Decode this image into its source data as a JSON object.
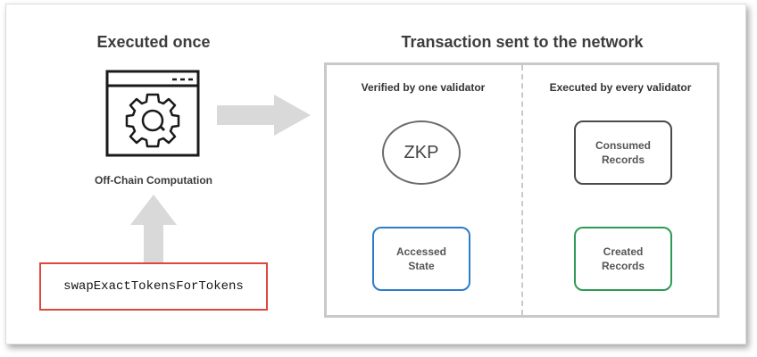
{
  "left_title": "Executed once",
  "right_title": "Transaction sent to the network",
  "offchain_label": "Off-Chain Computation",
  "function_name": "swapExactTokensForTokens",
  "verified_header": "Verified by one validator",
  "executed_header": "Executed by every validator",
  "zkp_label": "ZKP",
  "consumed_label": "Consumed\nRecords",
  "accessed_label": "Accessed\nState",
  "created_label": "Created\nRecords",
  "colors": {
    "function_border": "#e0463d",
    "accessed_border": "#2b7dc9",
    "created_border": "#2e9a55",
    "consumed_border": "#4a4a4a",
    "arrow_fill": "#d9d9d9"
  },
  "icons": [
    "window-gear-icon",
    "arrow-right-icon",
    "arrow-up-icon"
  ]
}
